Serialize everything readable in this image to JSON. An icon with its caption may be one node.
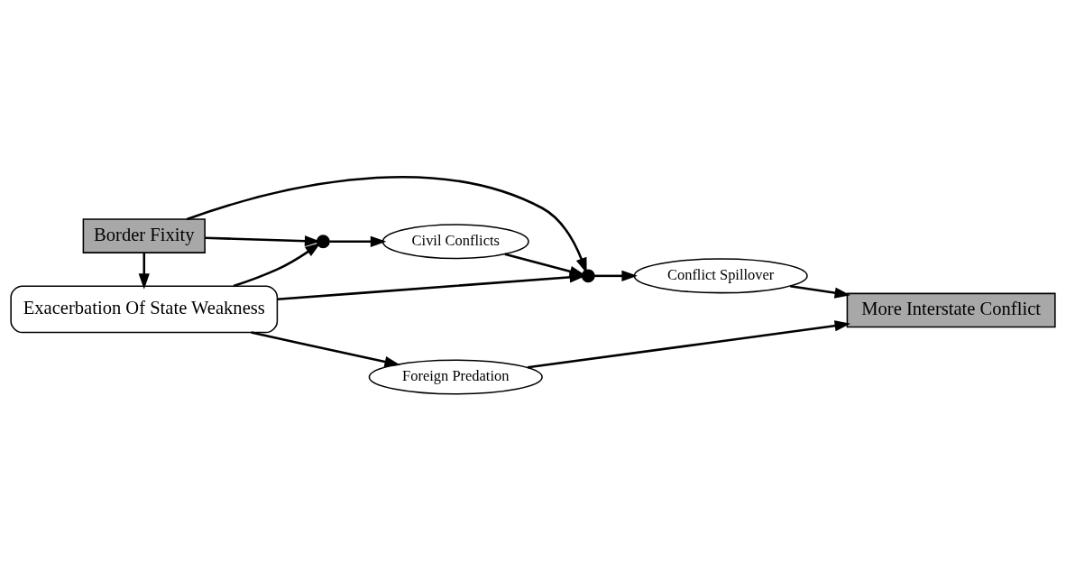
{
  "diagram": {
    "nodes": [
      {
        "text": [
          "Border Fixity"
        ]
      },
      {
        "text": [],
        "shape": "circle"
      },
      {
        "text": [
          "Civil Conflicts"
        ]
      },
      {
        "text": [],
        "shape": "circle"
      },
      {
        "text": [
          "Conflict Spillover"
        ]
      },
      {
        "text": [
          "Exacerbation Of State Weakness"
        ]
      },
      {
        "text": [
          "Foreign Predation"
        ]
      },
      {
        "text": [
          "More Interstate Conflict"
        ]
      }
    ],
    "edges": [
      {
        "from": 0,
        "to": 1,
        "arrow": "to"
      },
      {
        "from": 0,
        "to": 3,
        "arrow": "to"
      },
      {
        "from": 0,
        "to": 5,
        "arrow": "to"
      },
      {
        "from": 5,
        "to": 1,
        "arrow": "to"
      },
      {
        "from": 5,
        "to": 3,
        "arrow": "to"
      },
      {
        "from": 1,
        "to": 2,
        "arrow": "to"
      },
      {
        "from": 2,
        "to": 3,
        "arrow": "to"
      },
      {
        "from": 3,
        "to": 4,
        "arrow": "to"
      },
      {
        "from": 4,
        "to": 7,
        "arrow": "to"
      },
      {
        "from": 5,
        "to": 6,
        "arrow": "to"
      },
      {
        "from": 6,
        "to": 7,
        "arrow": "to"
      }
    ]
  }
}
